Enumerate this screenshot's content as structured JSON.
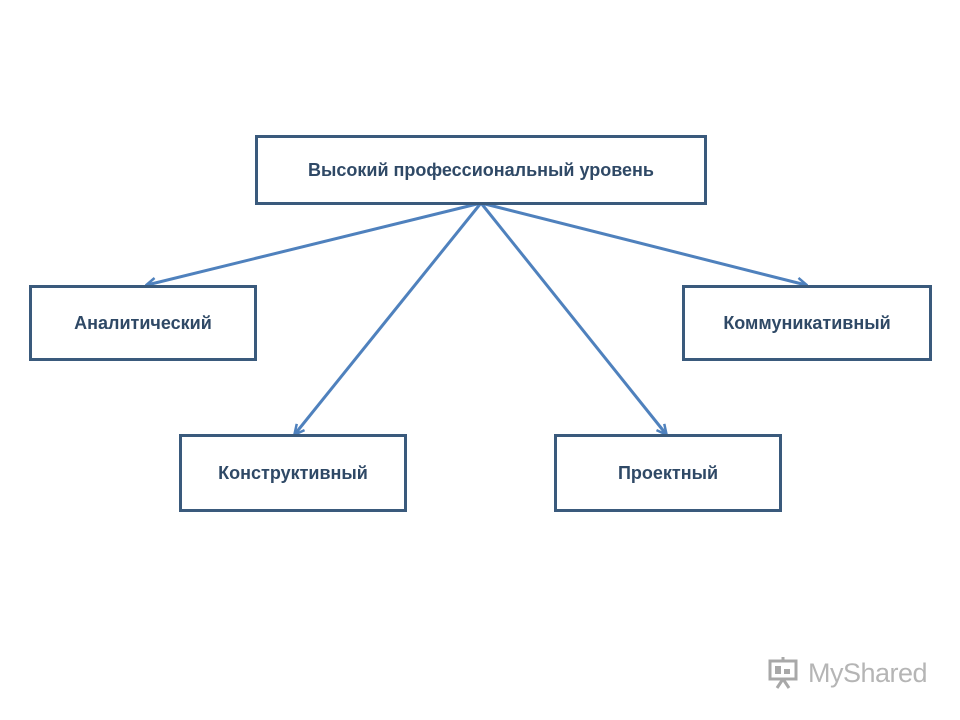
{
  "diagram": {
    "root": {
      "label": "Высокий профессиональный уровень"
    },
    "children": [
      {
        "id": "analytical",
        "label": "Аналитический"
      },
      {
        "id": "communicative",
        "label": "Коммуникативный"
      },
      {
        "id": "constructive",
        "label": "Конструктивный"
      },
      {
        "id": "project",
        "label": "Проектный"
      }
    ],
    "colors": {
      "box_border": "#3a5a7c",
      "text": "#2f4966",
      "arrow": "#4f81bd"
    }
  },
  "watermark": {
    "text": "MyShared"
  }
}
